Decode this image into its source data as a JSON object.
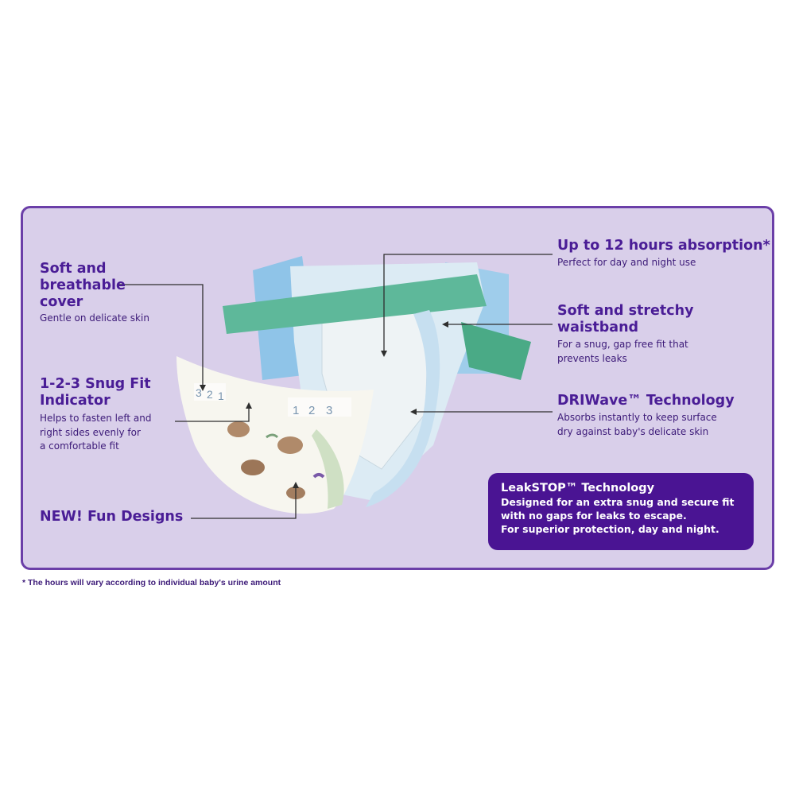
{
  "features": {
    "soft_cover": {
      "title": "Soft and breathable cover",
      "title_lines": [
        "Soft and",
        "breathable",
        "cover"
      ],
      "desc": "Gentle on delicate skin"
    },
    "snug_fit": {
      "title_lines": [
        "1-2-3 Snug Fit",
        "Indicator"
      ],
      "desc_lines": [
        "Helps to fasten left and",
        "right sides evenly for",
        "a comfortable fit"
      ]
    },
    "fun_designs": {
      "title": "NEW! Fun Designs"
    },
    "absorption": {
      "title": "Up to 12 hours absorption*",
      "desc": "Perfect for day and night use"
    },
    "waistband": {
      "title_lines": [
        "Soft and stretchy",
        "waistband"
      ],
      "desc_lines": [
        "For a snug, gap free fit that",
        "prevents leaks"
      ]
    },
    "driwave": {
      "title": "DRIWave™ Technology",
      "desc_lines": [
        "Absorbs instantly to keep surface",
        "dry against baby's delicate skin"
      ]
    }
  },
  "leakstop": {
    "title": "LeakSTOP™ Technology",
    "desc_lines": [
      "Designed for an extra snug and secure fit",
      "with no gaps for leaks to escape.",
      "For superior protection, day and night."
    ]
  },
  "fit_indicator_numbers": {
    "left": [
      "3",
      "2",
      "1"
    ],
    "right": [
      "1",
      "2",
      "3"
    ]
  },
  "footnote": "* The hours will vary according to individual baby's urine amount",
  "colors": {
    "panel": "#d9cfea",
    "border": "#6b3fa8",
    "title": "#4a1d96",
    "leak_box": "#4a1493"
  }
}
